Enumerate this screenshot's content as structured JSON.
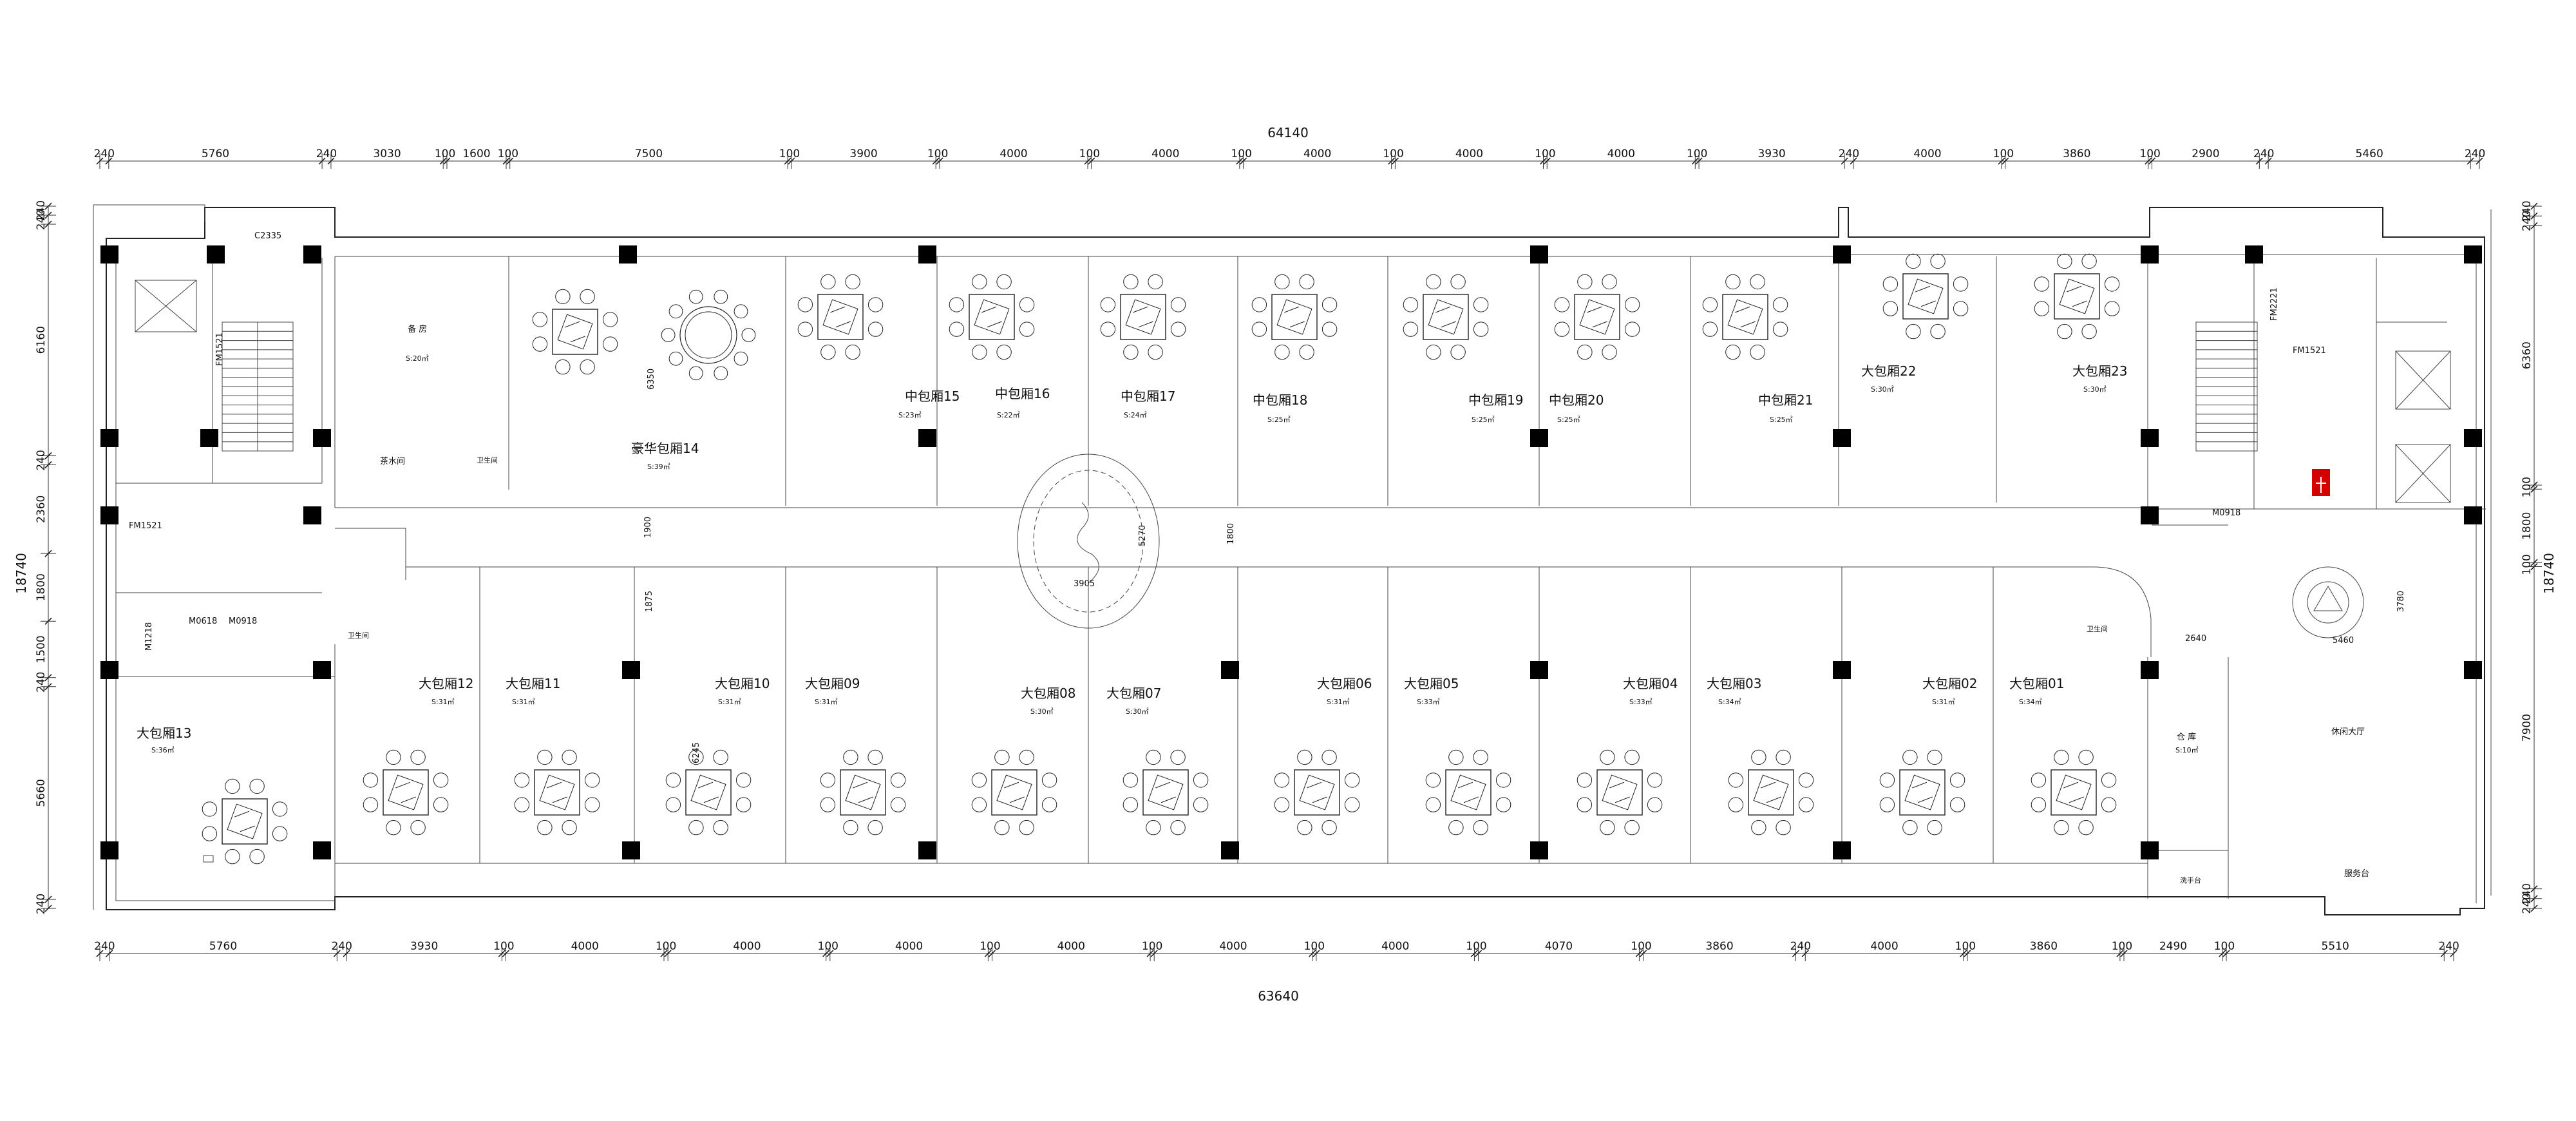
{
  "drawing": {
    "top_total": "64140",
    "bottom_total": "63640",
    "left_total": "18740",
    "right_total": "18740",
    "top_dims": [
      "240",
      "5760",
      "240",
      "3030",
      "100",
      "1600",
      "100",
      "7500",
      "100",
      "3900",
      "100",
      "4000",
      "100",
      "4000",
      "100",
      "4000",
      "100",
      "4000",
      "100",
      "4000",
      "100",
      "3930",
      "240",
      "4000",
      "100",
      "3860",
      "100",
      "2900",
      "240",
      "5460",
      "240"
    ],
    "bottom_dims": [
      "240",
      "5760",
      "240",
      "3930",
      "100",
      "4000",
      "100",
      "4000",
      "100",
      "4000",
      "100",
      "4000",
      "100",
      "4000",
      "100",
      "4000",
      "100",
      "4070",
      "100",
      "3860",
      "240",
      "4000",
      "100",
      "3860",
      "100",
      "2490",
      "100",
      "5510",
      "240"
    ],
    "left_dims": [
      "240",
      "240",
      "6160",
      "240",
      "2360",
      "1800",
      "1500",
      "240",
      "5660",
      "240"
    ],
    "right_dims": [
      "240",
      "240",
      "6360",
      "100",
      "1800",
      "100",
      "7900",
      "240",
      "240"
    ]
  },
  "rooms": {
    "upper": [
      {
        "name": "中包厢15",
        "area": "S:23㎡"
      },
      {
        "name": "中包厢16",
        "area": "S:22㎡"
      },
      {
        "name": "中包厢17",
        "area": "S:24㎡"
      },
      {
        "name": "中包厢18",
        "area": "S:25㎡"
      },
      {
        "name": "中包厢19",
        "area": "S:25㎡"
      },
      {
        "name": "中包厢20",
        "area": "S:25㎡"
      },
      {
        "name": "中包厢21",
        "area": "S:25㎡"
      },
      {
        "name": "大包厢22",
        "area": "S:30㎡"
      },
      {
        "name": "大包厢23",
        "area": "S:30㎡"
      }
    ],
    "lower": [
      {
        "name": "大包厢12",
        "area": "S:31㎡"
      },
      {
        "name": "大包厢11",
        "area": "S:31㎡"
      },
      {
        "name": "大包厢10",
        "area": "S:31㎡"
      },
      {
        "name": "大包厢09",
        "area": "S:31㎡"
      },
      {
        "name": "大包厢08",
        "area": "S:30㎡"
      },
      {
        "name": "大包厢07",
        "area": "S:30㎡"
      },
      {
        "name": "大包厢06",
        "area": "S:31㎡"
      },
      {
        "name": "大包厢05",
        "area": "S:33㎡"
      },
      {
        "name": "大包厢04",
        "area": "S:33㎡"
      },
      {
        "name": "大包厢03",
        "area": "S:34㎡"
      },
      {
        "name": "大包厢02",
        "area": "S:31㎡"
      },
      {
        "name": "大包厢01",
        "area": "S:34㎡"
      }
    ],
    "vip": {
      "name": "豪华包厢14",
      "area": "S:39㎡"
    },
    "room13": {
      "name": "大包厢13",
      "area": "S:36㎡"
    },
    "kitchen": {
      "name": "备 房",
      "area": "S:20㎡"
    },
    "tea": "茶水间",
    "lounge": "休闲大厅",
    "counter": "服务台",
    "storage": {
      "name": "仓 库",
      "area": "S:10㎡"
    },
    "toilet": "卫生间",
    "wash": "洗手台"
  },
  "tags": {
    "c2335": "C2335",
    "fm1_left": "FM1521",
    "fm1_right": "FM1521",
    "fm2221": "FM2221",
    "m0618": "M0618",
    "m0918_left": "M0918",
    "m0918_right": "M0918",
    "m1218": "M1218",
    "dim_1900": "1900",
    "dim_5270": "5270",
    "dim_3905": "3905",
    "dim_1800": "1800",
    "dim_6350": "6350",
    "dim_6245": "6245",
    "dim_1875": "1875",
    "dim_2640": "2640",
    "dim_5460": "5460",
    "dim_3780": "3780"
  }
}
